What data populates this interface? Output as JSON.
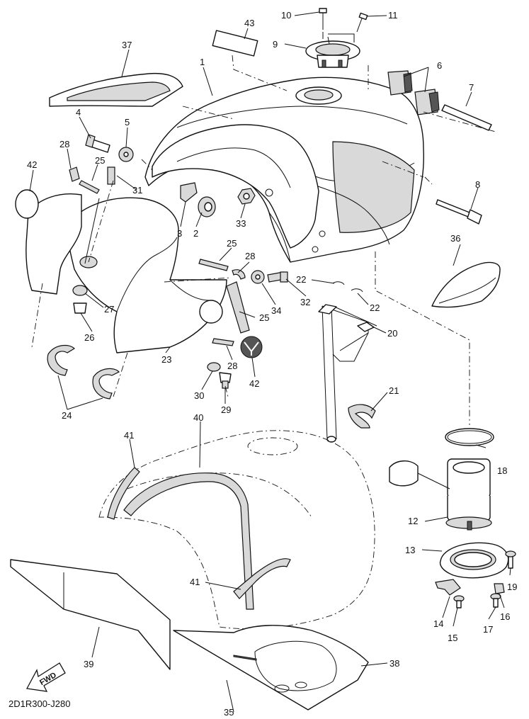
{
  "diagram_code": "2D1R300-J280",
  "fwd_label": "FWD",
  "callouts": {
    "c1": "1",
    "c2": "2",
    "c3": "3",
    "c4": "4",
    "c5": "5",
    "c6": "6",
    "c7": "7",
    "c8": "8",
    "c9": "9",
    "c10": "10",
    "c11": "11",
    "c12": "12",
    "c13": "13",
    "c14": "14",
    "c15": "15",
    "c16": "16",
    "c17": "17",
    "c18": "18",
    "c19": "19",
    "c20": "20",
    "c21": "21",
    "c22a": "22",
    "c22b": "22",
    "c23": "23",
    "c24": "24",
    "c25a": "25",
    "c25b": "25",
    "c25c": "25",
    "c26": "26",
    "c27": "27",
    "c28a": "28",
    "c28b": "28",
    "c28c": "28",
    "c29": "29",
    "c30": "30",
    "c31": "31",
    "c32": "32",
    "c33": "33",
    "c34": "34",
    "c35": "35",
    "c36": "36",
    "c37": "37",
    "c38": "38",
    "c39": "39",
    "c40": "40",
    "c41a": "41",
    "c41b": "41",
    "c42a": "42",
    "c42b": "42",
    "c43": "43"
  }
}
